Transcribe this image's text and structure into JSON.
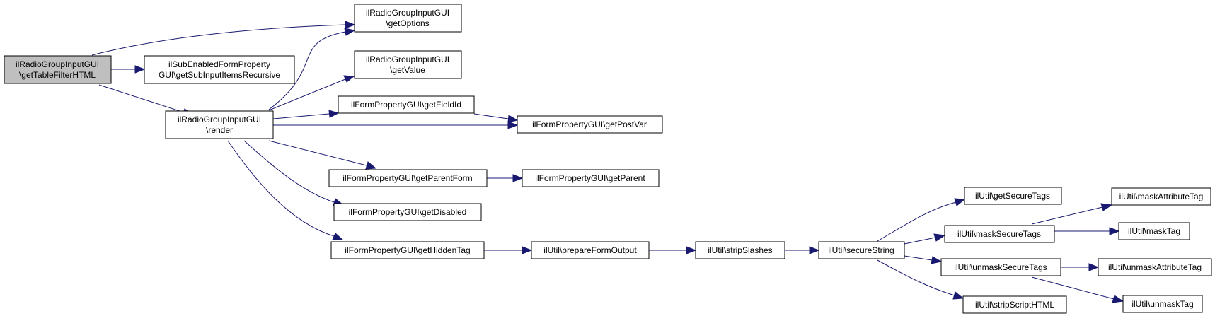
{
  "nodes": {
    "root_l1": "ilRadioGroupInputGUI",
    "root_l2": "\\getTableFilterHTML",
    "getOptions_l1": "ilRadioGroupInputGUI",
    "getOptions_l2": "\\getOptions",
    "subInput_l1": "ilSubEnabledFormProperty",
    "subInput_l2": "GUI\\getSubInputItemsRecursive",
    "getValue_l1": "ilRadioGroupInputGUI",
    "getValue_l2": "\\getValue",
    "render_l1": "ilRadioGroupInputGUI",
    "render_l2": "\\render",
    "getFieldId": "ilFormPropertyGUI\\getFieldId",
    "getPostVar": "ilFormPropertyGUI\\getPostVar",
    "getParentForm": "ilFormPropertyGUI\\getParentForm",
    "getParent": "ilFormPropertyGUI\\getParent",
    "getDisabled": "ilFormPropertyGUI\\getDisabled",
    "getHiddenTag": "ilFormPropertyGUI\\getHiddenTag",
    "prepareFormOutput": "ilUtil\\prepareFormOutput",
    "stripSlashes": "ilUtil\\stripSlashes",
    "secureString": "ilUtil\\secureString",
    "getSecureTags": "ilUtil\\getSecureTags",
    "maskSecureTags": "ilUtil\\maskSecureTags",
    "unmaskSecureTags": "ilUtil\\unmaskSecureTags",
    "stripScriptHTML": "ilUtil\\stripScriptHTML",
    "maskAttributeTag": "ilUtil\\maskAttributeTag",
    "maskTag": "ilUtil\\maskTag",
    "unmaskAttributeTag": "ilUtil\\unmaskAttributeTag",
    "unmaskTag": "ilUtil\\unmaskTag"
  },
  "colors": {
    "edge": "#191970",
    "root_fill": "#bfbfbf",
    "node_fill": "#ffffff",
    "border": "#000000"
  }
}
